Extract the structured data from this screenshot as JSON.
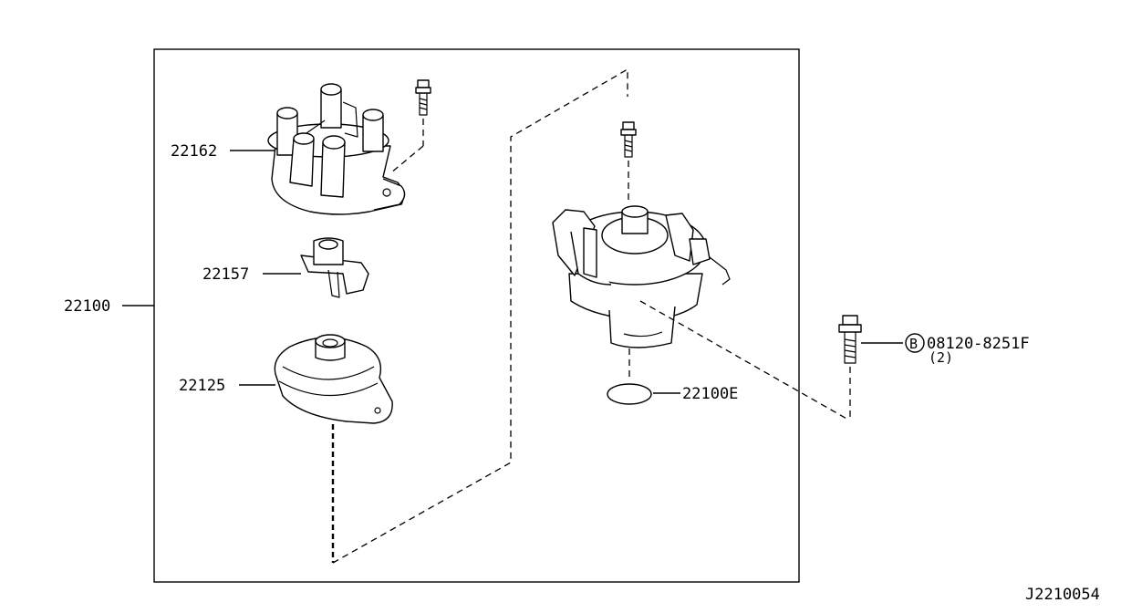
{
  "parts": {
    "assembly": "22100",
    "cap": "22162",
    "rotor": "22157",
    "cover": "22125",
    "seal": "22100E",
    "bolt_code": "08120-8251F",
    "bolt_badge": "B",
    "bolt_qty": "(2)"
  },
  "diagram_code": "J2210054"
}
